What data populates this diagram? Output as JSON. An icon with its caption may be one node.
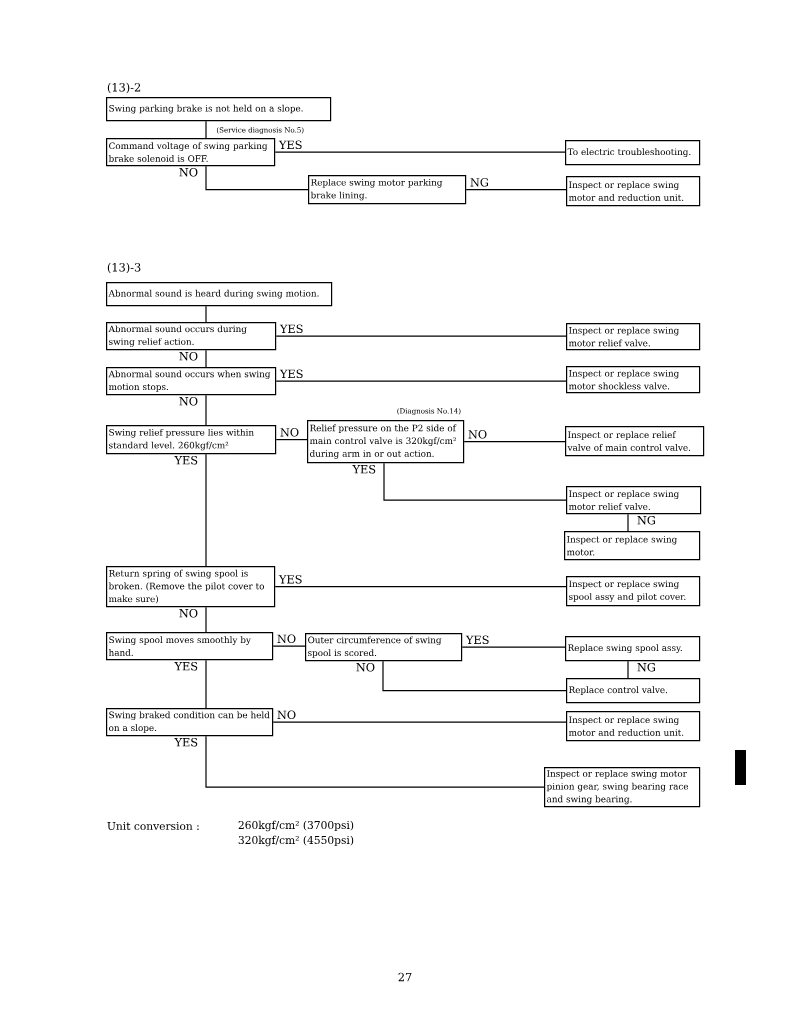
{
  "diagram": {
    "nodes": [
      {
        "text": [
          "Swing parking brake is not held on a slope."
        ]
      },
      {
        "text": [
          "Command voltage of swing parking brake solenoid is OFF."
        ],
        "beside": [
          "(Service diagnosis No.5)"
        ]
      },
      {
        "text": [
          "To electric troubleshooting."
        ]
      },
      {
        "text": [
          "Replace swing motor parking brake lining."
        ]
      },
      {
        "text": [
          "Inspect or replace swing motor and reduction unit."
        ]
      },
      {
        "text": [
          "Abnormal sound is heard during swing motion."
        ]
      },
      {
        "text": [
          "Abnormal sound occurs during swing relief action."
        ]
      },
      {
        "text": [
          "Inspect or replace swing motor relief valve."
        ]
      },
      {
        "text": [
          "Abnormal sound occurs when swing motion stops."
        ]
      },
      {
        "text": [
          "Inspect or replace swing motor shockless valve."
        ]
      },
      {
        "text": [
          "Swing relief pressure lies within standard level. 260kgf/cm²"
        ]
      },
      {
        "text": [
          "Relief pressure on the P2 side of main control valve is 320kgf/cm² during arm in or out action."
        ],
        "beside": [
          "(Diagnosis No.14)"
        ]
      },
      {
        "text": [
          "Inspect or replace relief valve of main control valve."
        ]
      },
      {
        "text": [
          "Inspect or replace swing motor relief valve."
        ]
      },
      {
        "text": [
          "Inspect or replace swing motor."
        ]
      },
      {
        "text": [
          "Return spring of swing spool is broken. (Remove the pilot cover to make sure)"
        ]
      },
      {
        "text": [
          "Inspect or replace swing spool assy and pilot cover."
        ]
      },
      {
        "text": [
          "Swing spool moves smoothly by hand."
        ]
      },
      {
        "text": [
          "Outer circumference of swing spool is scored."
        ]
      },
      {
        "text": [
          "Replace swing spool assy."
        ]
      },
      {
        "text": [
          "Replace control valve."
        ]
      },
      {
        "text": [
          "Swing braked condition can be held on a slope."
        ]
      },
      {
        "text": [
          "Inspect or replace swing motor and reduction unit."
        ]
      },
      {
        "text": [
          "Inspect or replace swing motor pinion gear, swing bearing race and swing bearing."
        ]
      }
    ],
    "edges": [
      {
        "from": 0,
        "to": 1,
        "arrow": "none"
      },
      {
        "from": 1,
        "to": 2,
        "arrow": "none",
        "label": "YES"
      },
      {
        "from": 1,
        "to": 3,
        "arrow": "none",
        "label": "NO"
      },
      {
        "from": 3,
        "to": 4,
        "arrow": "none",
        "label": "NG"
      },
      {
        "from": 5,
        "to": 6,
        "arrow": "none"
      },
      {
        "from": 6,
        "to": 7,
        "arrow": "none",
        "label": "YES"
      },
      {
        "from": 6,
        "to": 8,
        "arrow": "none",
        "label": "NO"
      },
      {
        "from": 8,
        "to": 9,
        "arrow": "none",
        "label": "YES"
      },
      {
        "from": 8,
        "to": 10,
        "arrow": "none",
        "label": "NO"
      },
      {
        "from": 10,
        "to": 11,
        "arrow": "none",
        "label": "NO"
      },
      {
        "from": 11,
        "to": 12,
        "arrow": "none",
        "label": "NO"
      },
      {
        "from": 11,
        "to": 13,
        "arrow": "none",
        "label": "YES"
      },
      {
        "from": 13,
        "to": 14,
        "arrow": "none",
        "label": "NG"
      },
      {
        "from": 10,
        "to": 15,
        "arrow": "none",
        "label": "YES"
      },
      {
        "from": 15,
        "to": 16,
        "arrow": "none",
        "label": "YES"
      },
      {
        "from": 15,
        "to": 17,
        "arrow": "none",
        "label": "NO"
      },
      {
        "from": 17,
        "to": 18,
        "arrow": "none",
        "label": "NO"
      },
      {
        "from": 18,
        "to": 19,
        "arrow": "none",
        "label": "YES"
      },
      {
        "from": 19,
        "to": 20,
        "arrow": "none",
        "label": "NG"
      },
      {
        "from": 18,
        "to": 20,
        "arrow": "none",
        "label": "NO"
      },
      {
        "from": 17,
        "to": 21,
        "arrow": "none",
        "label": "YES"
      },
      {
        "from": 21,
        "to": 22,
        "arrow": "none",
        "label": "NO"
      },
      {
        "from": 21,
        "to": 23,
        "arrow": "none",
        "label": "YES"
      }
    ],
    "labels": [
      "(13)-2",
      "(13)-3",
      "Unit conversion :",
      "260kgf/cm² (3700psi)",
      "320kgf/cm² (4550psi)",
      "27"
    ]
  }
}
